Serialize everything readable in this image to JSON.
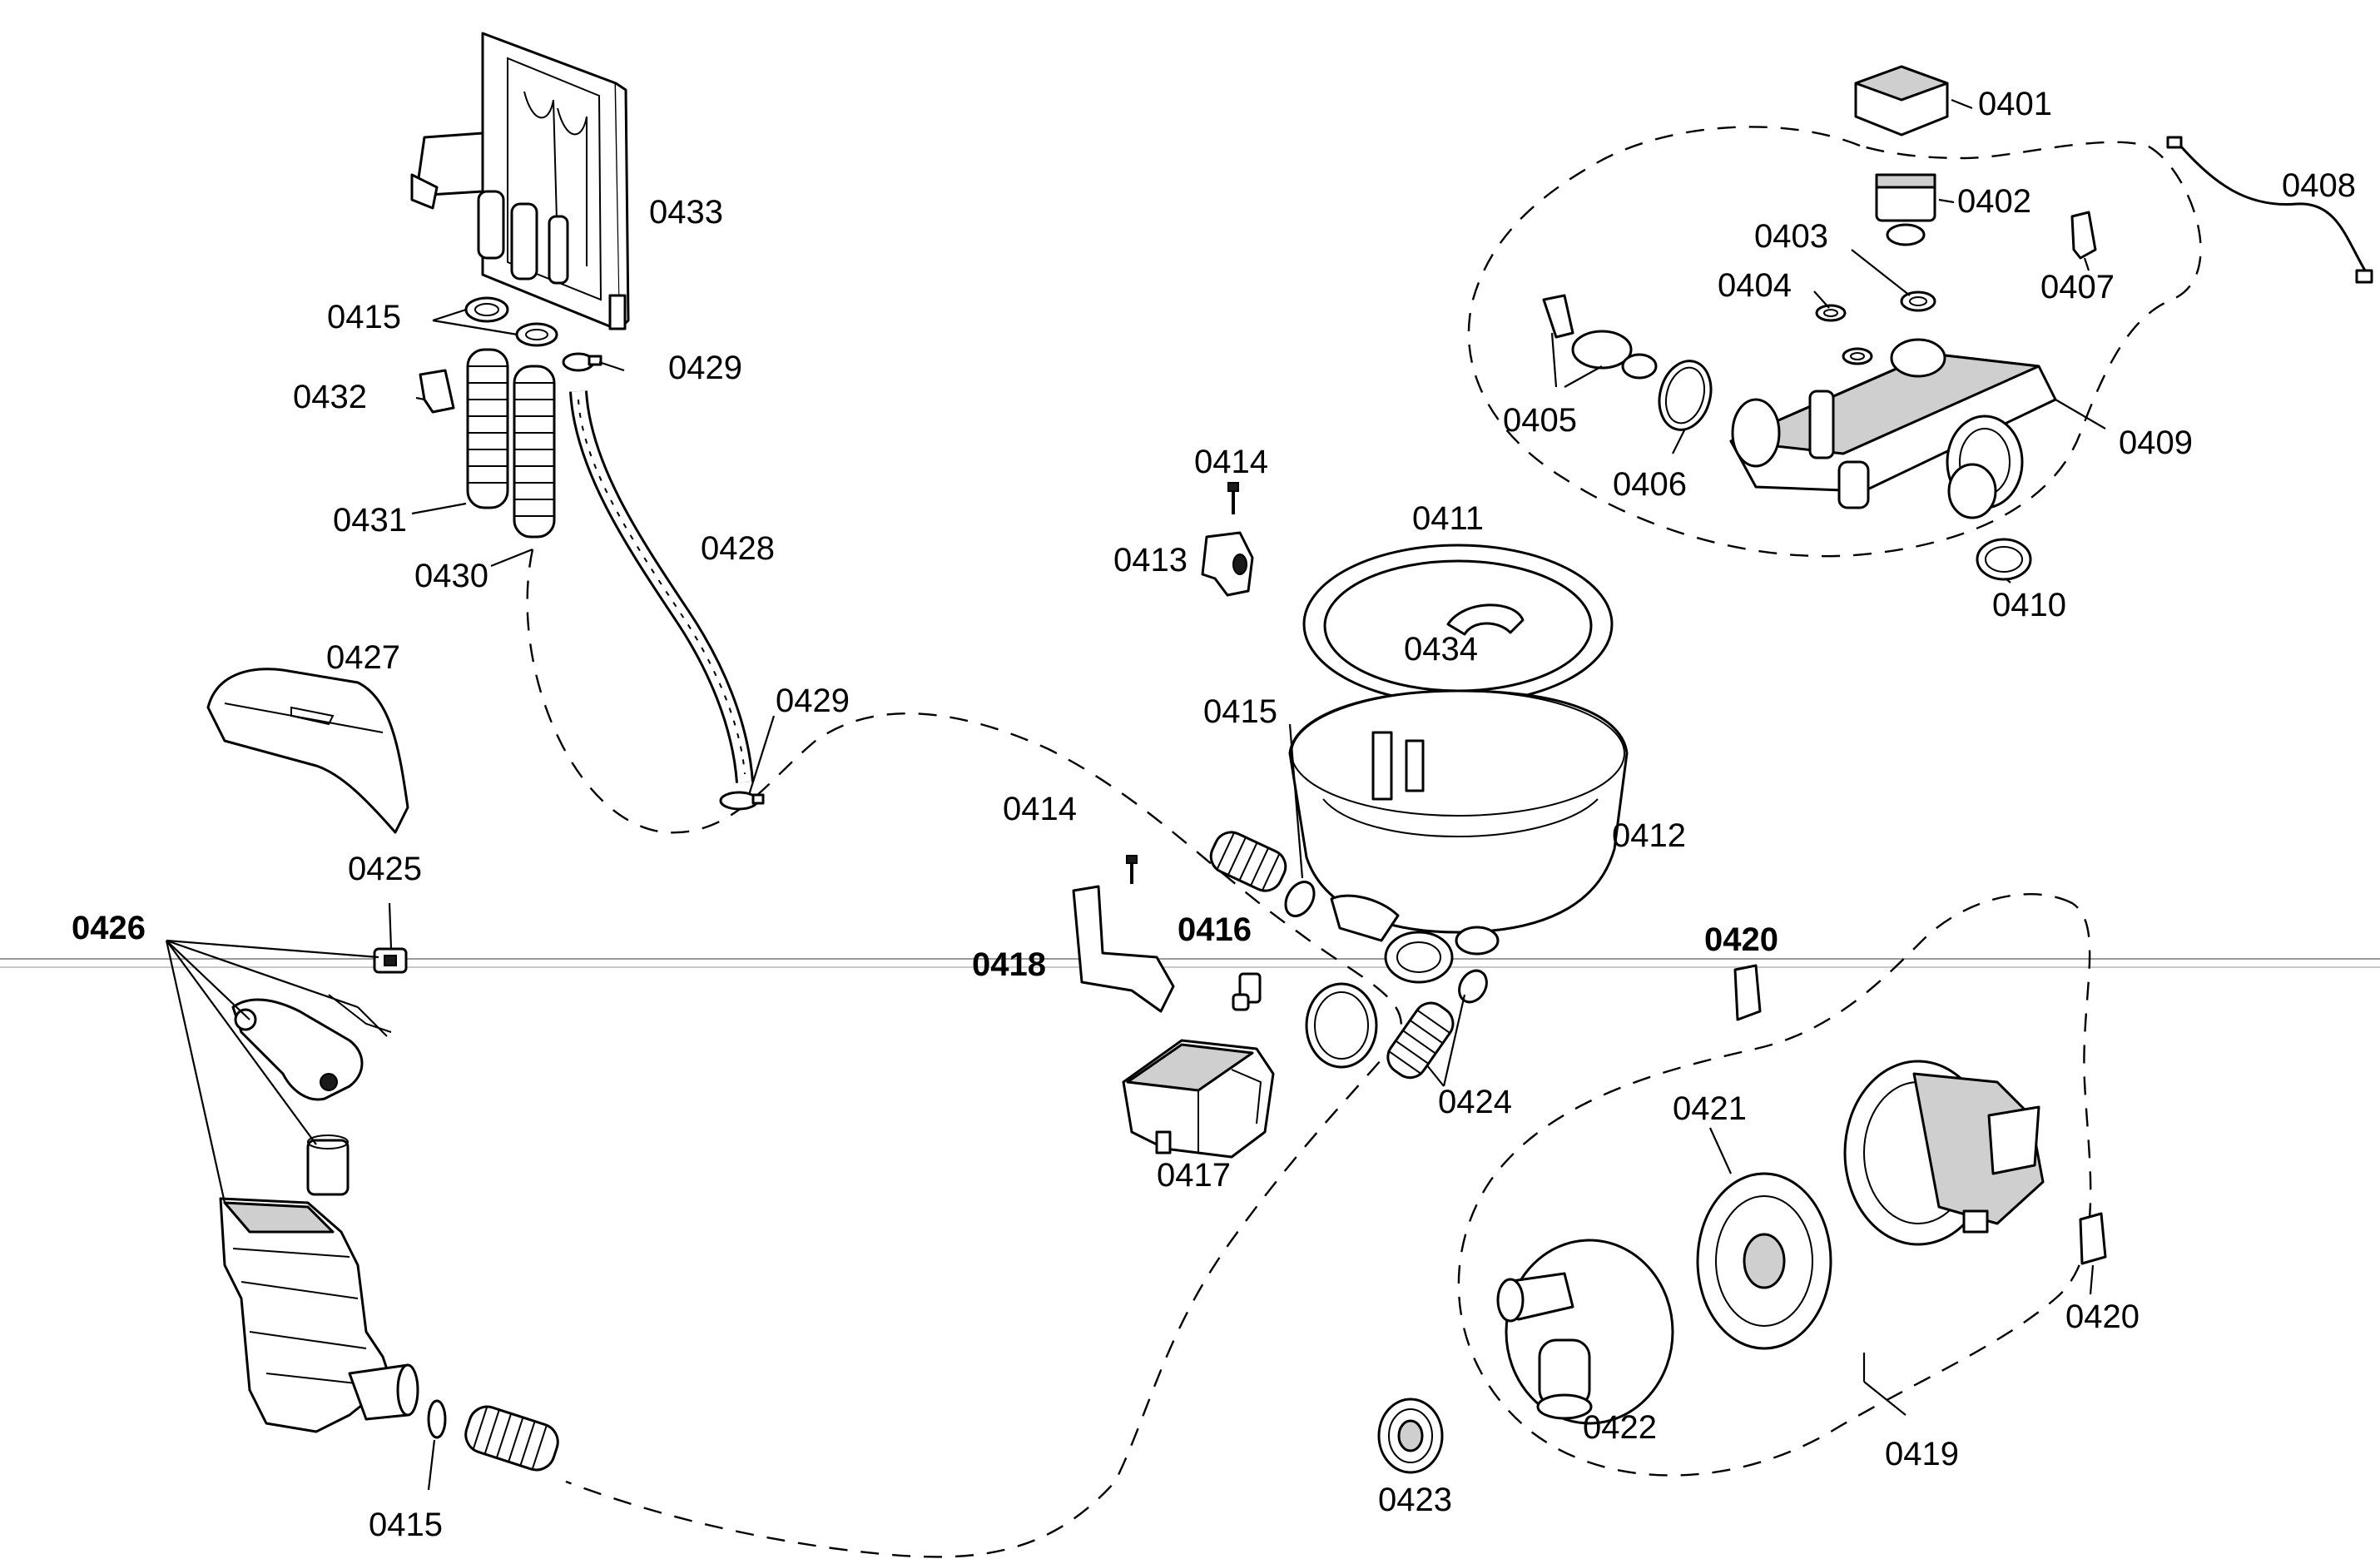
{
  "parts": [
    {
      "id": "p0401",
      "label": "0401"
    },
    {
      "id": "p0402",
      "label": "0402"
    },
    {
      "id": "p0403",
      "label": "0403"
    },
    {
      "id": "p0404",
      "label": "0404"
    },
    {
      "id": "p0405",
      "label": "0405"
    },
    {
      "id": "p0406",
      "label": "0406"
    },
    {
      "id": "p0407",
      "label": "0407"
    },
    {
      "id": "p0408",
      "label": "0408"
    },
    {
      "id": "p0409",
      "label": "0409"
    },
    {
      "id": "p0410",
      "label": "0410"
    },
    {
      "id": "p0411",
      "label": "0411"
    },
    {
      "id": "p0412",
      "label": "0412"
    },
    {
      "id": "p0413",
      "label": "0413"
    },
    {
      "id": "p0414a",
      "label": "0414"
    },
    {
      "id": "p0414b",
      "label": "0414"
    },
    {
      "id": "p0415a",
      "label": "0415"
    },
    {
      "id": "p0415b",
      "label": "0415"
    },
    {
      "id": "p0415c",
      "label": "0415"
    },
    {
      "id": "p0416",
      "label": "0416"
    },
    {
      "id": "p0417",
      "label": "0417"
    },
    {
      "id": "p0418",
      "label": "0418"
    },
    {
      "id": "p0419",
      "label": "0419"
    },
    {
      "id": "p0420a",
      "label": "0420"
    },
    {
      "id": "p0420b",
      "label": "0420"
    },
    {
      "id": "p0421",
      "label": "0421"
    },
    {
      "id": "p0422",
      "label": "0422"
    },
    {
      "id": "p0423",
      "label": "0423"
    },
    {
      "id": "p0424",
      "label": "0424"
    },
    {
      "id": "p0425",
      "label": "0425"
    },
    {
      "id": "p0426",
      "label": "0426"
    },
    {
      "id": "p0427",
      "label": "0427"
    },
    {
      "id": "p0428",
      "label": "0428"
    },
    {
      "id": "p0429a",
      "label": "0429"
    },
    {
      "id": "p0429b",
      "label": "0429"
    },
    {
      "id": "p0430",
      "label": "0430"
    },
    {
      "id": "p0431",
      "label": "0431"
    },
    {
      "id": "p0432",
      "label": "0432"
    },
    {
      "id": "p0433",
      "label": "0433"
    },
    {
      "id": "p0434",
      "label": "0434"
    }
  ]
}
